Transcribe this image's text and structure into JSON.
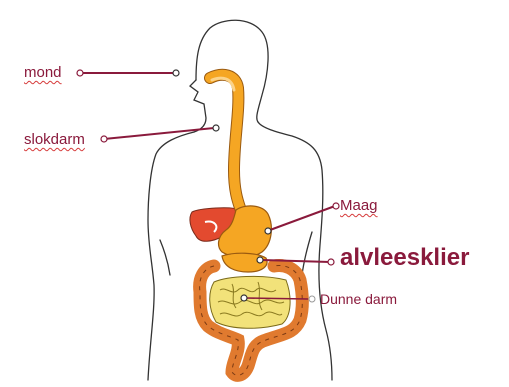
{
  "diagram": {
    "labels": {
      "mond": "mond",
      "slokdarm": "slokdarm",
      "maag": "Maag",
      "alvleesklier": "alvleesklier",
      "dunne_darm": "Dunne darm"
    },
    "colors": {
      "label_text": "#8a1a3c",
      "leader_line": "#8a1a3c",
      "esophagus_stomach": "#f5a623",
      "liver": "#e34a2f",
      "large_intestine": "#e07a2f",
      "small_intestine": "#f2e27a",
      "body_outline": "#333333",
      "spellcheck_underline": "#d63a3a"
    }
  }
}
